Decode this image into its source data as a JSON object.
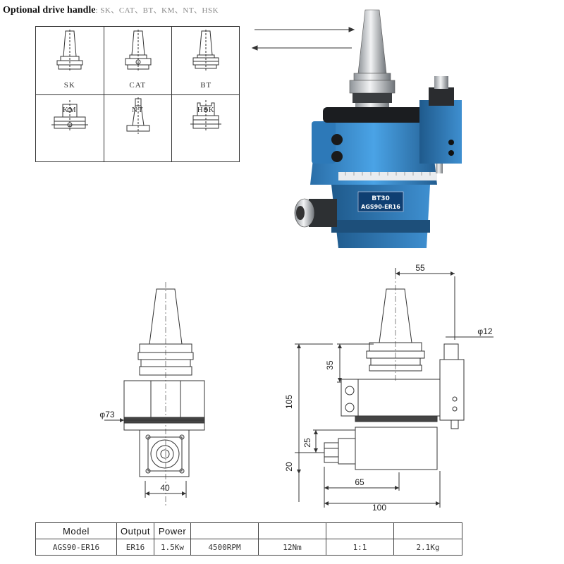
{
  "header": {
    "title": "Optional drive handle",
    "options": ": SK、CAT、BT、KM、NT、HSK"
  },
  "handles": [
    {
      "label": "SK",
      "icon": "sk-taper-icon"
    },
    {
      "label": "CAT",
      "icon": "cat-taper-icon"
    },
    {
      "label": "BT",
      "icon": "bt-taper-icon"
    },
    {
      "label": "KM",
      "icon": "km-taper-icon"
    },
    {
      "label": "NT",
      "icon": "nt-taper-icon"
    },
    {
      "label": "HSK",
      "icon": "hsk-taper-icon"
    }
  ],
  "product_label": {
    "line1": "BT30",
    "line2": "AGS90-ER16"
  },
  "dimensions": {
    "d55": "55",
    "d12": "φ12",
    "d35": "35",
    "d105": "105",
    "d73": "φ73",
    "d25": "25",
    "d20": "20",
    "d40": "40",
    "d65": "65",
    "d100": "100"
  },
  "table": {
    "headers": [
      "Model",
      "Output",
      "Power",
      "",
      "",
      "",
      ""
    ],
    "row": [
      "AGS90-ER16",
      "ER16",
      "1.5Kw",
      "4500RPM",
      "12Nm",
      "1:1",
      "2.1Kg"
    ]
  },
  "colors": {
    "body_blue": "#3b8fd0",
    "body_dark": "#1d4f7a",
    "steel": "#c9ccd0",
    "label_plate": "#0f3f72"
  }
}
